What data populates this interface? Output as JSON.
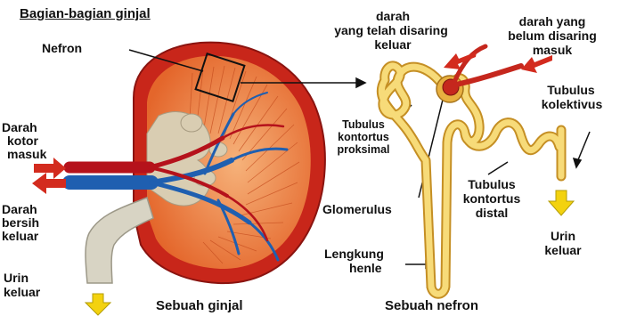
{
  "diagram": {
    "title": "Bagian-bagian ginjal",
    "labels": {
      "nefron": "Nefron",
      "darah_kotor": [
        "Darah",
        "kotor",
        "masuk"
      ],
      "darah_bersih": [
        "Darah",
        "bersih",
        "keluar"
      ],
      "urin_keluar_left": [
        "Urin",
        "keluar"
      ],
      "darah_disaring_keluar": [
        "darah",
        "yang telah disaring",
        "keluar"
      ],
      "darah_belum_disaring": [
        "darah yang",
        "belum disaring",
        "masuk"
      ],
      "tubulus_kolektivus": [
        "Tubulus",
        "kolektivus"
      ],
      "tubulus_proksimal": [
        "Tubulus",
        "kontortus",
        "proksimal"
      ],
      "glomerulus": "Glomerulus",
      "tubulus_distal": [
        "Tubulus",
        "kontortus",
        "distal"
      ],
      "lengkung_henle": [
        "Lengkung",
        "henle"
      ],
      "urin_keluar_right": [
        "Urin",
        "keluar"
      ]
    },
    "captions": {
      "ginjal": "Sebuah ginjal",
      "nefron": "Sebuah nefron"
    },
    "colors": {
      "cortex": "#c8261a",
      "medulla": "#ec7a3c",
      "artery": "#b5121b",
      "vein": "#1f5fb0",
      "tubule": "#f5d36a",
      "ureter": "#d8d4c4",
      "arrow_red": "#d32b1e",
      "arrow_yellow": "#f3d20f"
    }
  }
}
